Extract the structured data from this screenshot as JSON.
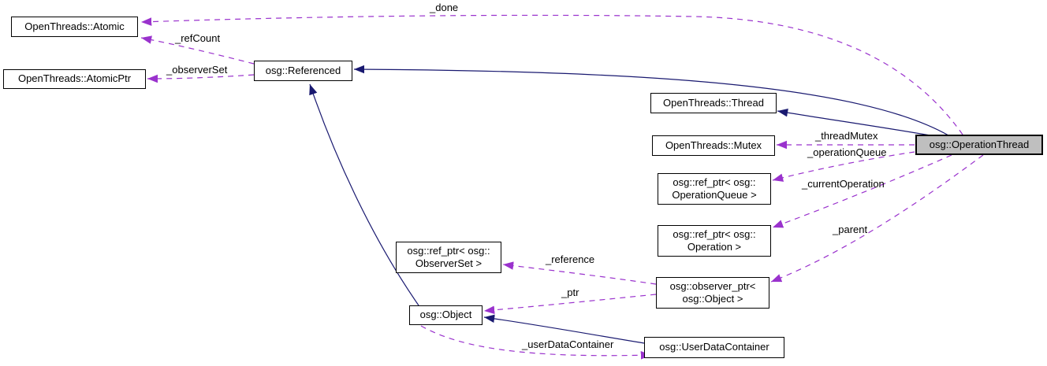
{
  "nodes": {
    "atomic": {
      "label": "OpenThreads::Atomic"
    },
    "atomic_ptr": {
      "label": "OpenThreads::AtomicPtr"
    },
    "referenced": {
      "label": "osg::Referenced"
    },
    "thread": {
      "label": "OpenThreads::Thread"
    },
    "mutex": {
      "label": "OpenThreads::Mutex"
    },
    "ref_ptr_operation_queue": {
      "label": "osg::ref_ptr< osg::\nOperationQueue >"
    },
    "ref_ptr_operation": {
      "label": "osg::ref_ptr< osg::\nOperation >"
    },
    "ref_ptr_observer_set": {
      "label": "osg::ref_ptr< osg::\nObserverSet >"
    },
    "observer_ptr_object": {
      "label": "osg::observer_ptr<\nosg::Object >"
    },
    "object": {
      "label": "osg::Object"
    },
    "user_data_container": {
      "label": "osg::UserDataContainer"
    },
    "operation_thread": {
      "label": "osg::OperationThread"
    }
  },
  "edge_labels": {
    "done": "_done",
    "ref_count": "_refCount",
    "observer_set": "_observerSet",
    "thread_mutex": "_threadMutex",
    "operation_queue": "_operationQueue",
    "current_operation": "_currentOperation",
    "parent": "_parent",
    "reference": "_reference",
    "ptr": "_ptr",
    "user_data_container": "_userDataContainer"
  },
  "colors": {
    "usage_edge": "#9a32cd",
    "inheritance_edge": "#191970",
    "node_border": "#000000",
    "node_fill": "#ffffff",
    "focus_fill": "#bfbfbf",
    "label_color": "#000000"
  }
}
